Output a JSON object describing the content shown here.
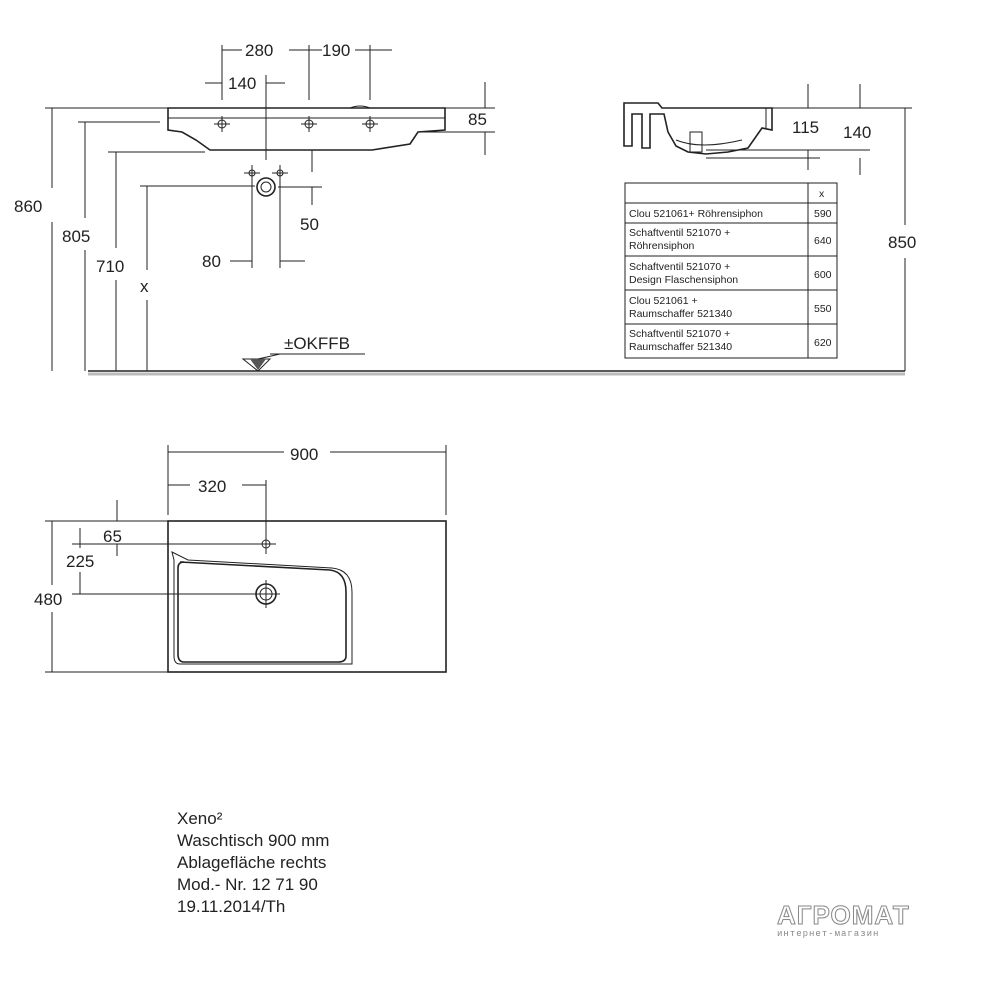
{
  "side_view": {
    "dims": {
      "d280": "280",
      "d190": "190",
      "d140": "140",
      "d85": "85",
      "d860": "860",
      "d805": "805",
      "d710": "710",
      "dx": "x",
      "d50": "50",
      "d80": "80",
      "floor": "±OKFFB"
    }
  },
  "section_view": {
    "dims": {
      "d115": "115",
      "d140": "140",
      "d850": "850"
    }
  },
  "siphon_table": {
    "header": "x",
    "rows": [
      {
        "line1": "Clou 521061+ Röhrensiphon",
        "line2": "",
        "value": "590"
      },
      {
        "line1": "Schaftventil 521070 +",
        "line2": "Röhrensiphon",
        "value": "640"
      },
      {
        "line1": "Schaftventil 521070 +",
        "line2": "Design Flaschensiphon",
        "value": "600"
      },
      {
        "line1": "Clou 521061 +",
        "line2": "Raumschaffer 521340",
        "value": "550"
      },
      {
        "line1": "Schaftventil 521070 +",
        "line2": "Raumschaffer 521340",
        "value": "620"
      }
    ]
  },
  "top_view": {
    "dims": {
      "d900": "900",
      "d320": "320",
      "d65": "65",
      "d225": "225",
      "d480": "480"
    }
  },
  "caption": {
    "line1": "Xeno²",
    "line2": "Waschtisch 900 mm",
    "line3": "Ablagefläche rechts",
    "line4": "Mod.- Nr. 12 71 90",
    "line5": "19.11.2014/Th"
  },
  "watermark": {
    "main": "АГРОМАТ",
    "sub": "интернет-магазин"
  }
}
